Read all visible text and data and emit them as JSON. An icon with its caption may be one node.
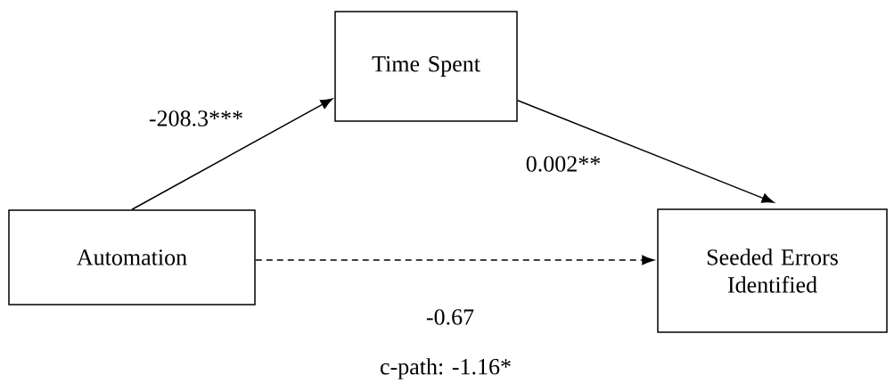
{
  "diagram": {
    "nodes": [
      {
        "text": [
          "Time Spent"
        ]
      },
      {
        "text": [
          "Automation"
        ]
      },
      {
        "text": [
          "Seeded Errors Identified"
        ]
      }
    ],
    "edges": [
      {
        "from": 1,
        "to": 0,
        "arrow": "to",
        "label": "-208.3***"
      },
      {
        "from": 0,
        "to": 2,
        "arrow": "to",
        "label": "0.002**"
      },
      {
        "from": 1,
        "to": 2,
        "arrow": "to",
        "label": "-0.67",
        "style": "dashed"
      }
    ],
    "labels": [
      "c-path: -1.16*"
    ]
  }
}
